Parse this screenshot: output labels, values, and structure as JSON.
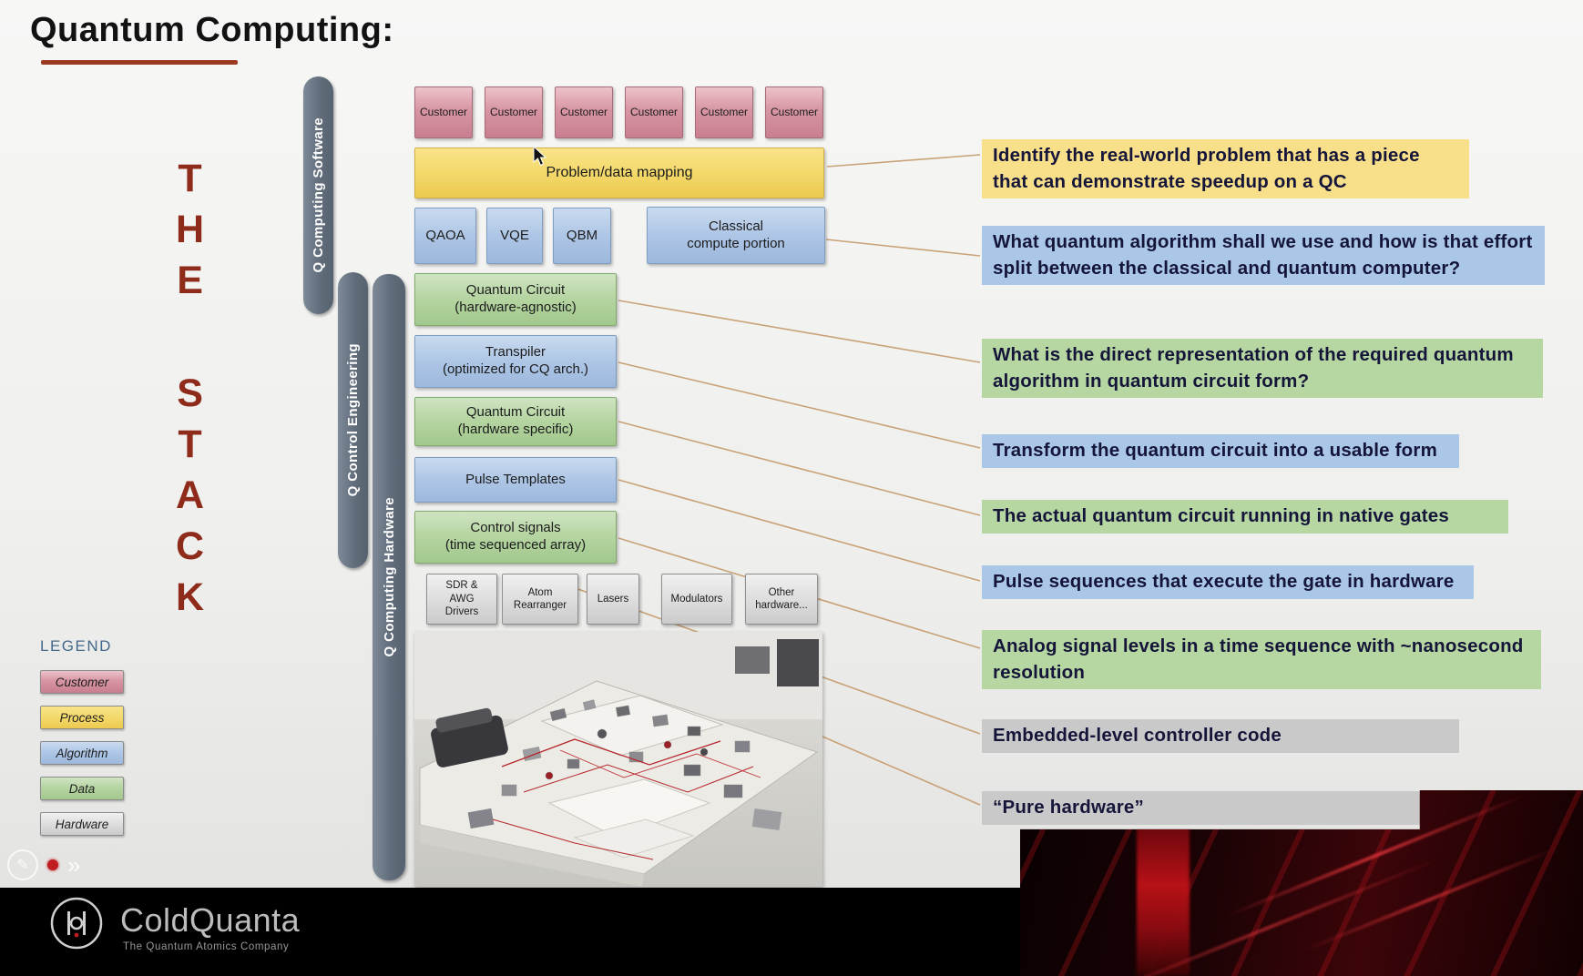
{
  "title": "Quantum Computing:",
  "vertical_title": {
    "the": [
      "T",
      "H",
      "E"
    ],
    "stack": [
      "S",
      "T",
      "A",
      "C",
      "K"
    ]
  },
  "pills": [
    {
      "label": "Q Computing Software"
    },
    {
      "label": "Q Control Engineering"
    },
    {
      "label": "Q Computing Hardware"
    }
  ],
  "stack": {
    "customers": [
      "Customer",
      "Customer",
      "Customer",
      "Customer",
      "Customer",
      "Customer"
    ],
    "process_bar": "Problem/data mapping",
    "algorithm_boxes": [
      "QAOA",
      "VQE",
      "QBM"
    ],
    "classical_box": "Classical\ncompute portion",
    "layers": [
      {
        "label": "Quantum Circuit\n(hardware-agnostic)",
        "color": "data"
      },
      {
        "label": "Transpiler\n(optimized for CQ arch.)",
        "color": "algorithm"
      },
      {
        "label": "Quantum Circuit\n(hardware specific)",
        "color": "data"
      },
      {
        "label": "Pulse Templates",
        "color": "algorithm"
      },
      {
        "label": "Control signals\n(time sequenced array)",
        "color": "data"
      }
    ],
    "hardware_boxes": [
      "SDR &\nAWG\nDrivers",
      "Atom\nRearranger",
      "Lasers",
      "Modulators",
      "Other\nhardware..."
    ]
  },
  "annotations": [
    {
      "text": "Identify the real-world problem that has a piece that can demonstrate speedup on a QC",
      "color": "process"
    },
    {
      "text": "What quantum algorithm shall we use and how is that effort split between the classical and quantum computer?",
      "color": "algorithm"
    },
    {
      "text": "What is the direct representation of the required quantum algorithm in quantum circuit form?",
      "color": "data"
    },
    {
      "text": "Transform the quantum circuit into a usable form",
      "color": "algorithm"
    },
    {
      "text": "The actual quantum circuit running in native gates",
      "color": "data"
    },
    {
      "text": "Pulse sequences that execute the gate in hardware",
      "color": "algorithm"
    },
    {
      "text": "Analog signal levels in a time sequence with ~nanosecond resolution",
      "color": "data"
    },
    {
      "text": "Embedded-level controller code",
      "color": "hardware"
    },
    {
      "text": "“Pure hardware”",
      "color": "hardware"
    }
  ],
  "legend": {
    "title": "LEGEND",
    "items": [
      {
        "label": "Customer",
        "color": "customer"
      },
      {
        "label": "Process",
        "color": "process"
      },
      {
        "label": "Algorithm",
        "color": "algorithm"
      },
      {
        "label": "Data",
        "color": "data"
      },
      {
        "label": "Hardware",
        "color": "hardware"
      }
    ]
  },
  "footer": {
    "brand": "ColdQuanta",
    "tagline": "The Quantum Atomics Company"
  },
  "icons": {
    "pencil": "✎",
    "skip_arrows": "»"
  },
  "colors": {
    "customer": "#d795a3",
    "process": "#f3d96b",
    "algorithm": "#aec6e6",
    "data": "#b4d4a0",
    "hardware": "#d6d6d6",
    "pill_gray": "#66727f",
    "title_underline": "#9c3a21",
    "vertical_title_red": "#8e2b1b",
    "connector_line": "#c59a6b",
    "footer_bg": "#000000",
    "red_art_accent": "#c01218"
  }
}
